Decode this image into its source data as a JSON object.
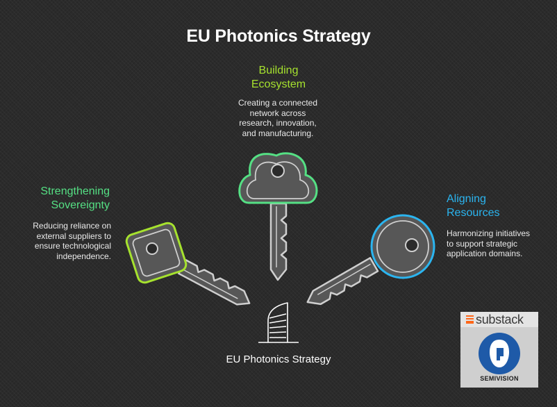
{
  "title": "EU Photonics Strategy",
  "center_label": "EU Photonics Strategy",
  "colors": {
    "background": "#2b2b2b",
    "building": "#a6e22e",
    "sovereignty": "#55e084",
    "aligning": "#2bb5f0",
    "key_fill": "#575757",
    "key_outline": "#cfcfcf"
  },
  "branches": {
    "building": {
      "heading_line1": "Building",
      "heading_line2": "Ecosystem",
      "desc_lines": [
        "Creating a connected",
        "network across",
        "research, innovation,",
        "and manufacturing."
      ]
    },
    "sovereignty": {
      "heading_line1": "Strengthening",
      "heading_line2": "Sovereignty",
      "desc_lines": [
        "Reducing reliance on",
        "external suppliers to",
        "ensure technological",
        "independence."
      ]
    },
    "aligning": {
      "heading_line1": "Aligning",
      "heading_line2": "Resources",
      "desc_lines": [
        "Harmonizing initiatives",
        "to support strategic",
        "application domains."
      ]
    }
  },
  "brand": {
    "name": "substack",
    "logo_text": "SEMIVISION"
  },
  "icons": {
    "center": "building-tower-icon",
    "keys": [
      "clover-key-icon",
      "square-key-icon",
      "round-key-icon"
    ]
  }
}
